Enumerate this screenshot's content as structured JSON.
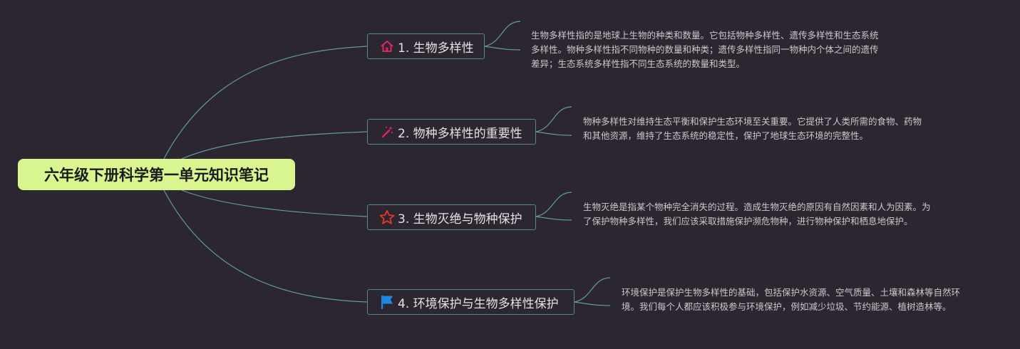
{
  "root": {
    "title": "六年级下册科学第一单元知识笔记"
  },
  "topics": [
    {
      "label": "1. 生物多样性",
      "icon": "home-icon",
      "note": "生物多样性指的是地球上生物的种类和数量。它包括物种多样性、遗传多样性和生态系统多样性。物种多样性指不同物种的数量和种类；遗传多样性指同一物种内个体之间的遗传差异；生态系统多样性指不同生态系统的数量和类型。"
    },
    {
      "label": "2. 物种多样性的重要性",
      "icon": "magic-wand-icon",
      "note": "物种多样性对维持生态平衡和保护生态环境至关重要。它提供了人类所需的食物、药物和其他资源，维持了生态系统的稳定性，保护了地球生态环境的完整性。"
    },
    {
      "label": "3. 生物灭绝与物种保护",
      "icon": "star-icon",
      "note": "生物灭绝是指某个物种完全消失的过程。造成生物灭绝的原因有自然因素和人为因素。为了保护物种多样性，我们应该采取措施保护濒危物种，进行物种保护和栖息地保护。"
    },
    {
      "label": "4. 环境保护与生物多样性保护",
      "icon": "flag-icon",
      "note": "环境保护是保护生物多样性的基础，包括保护水资源、空气质量、土壤和森林等自然环境。我们每个人都应该积极参与环境保护，例如减少垃圾、节约能源、植树造林等。"
    }
  ],
  "colors": {
    "background": "#2b2630",
    "root_fill": "#d8f58f",
    "link": "#5f9ea0",
    "topic_border": "#4f8a8f",
    "home_icon": "#e0245e",
    "wand_icon": "#e0245e",
    "star_icon": "#e8352b",
    "flag_icon": "#1e88e5"
  }
}
